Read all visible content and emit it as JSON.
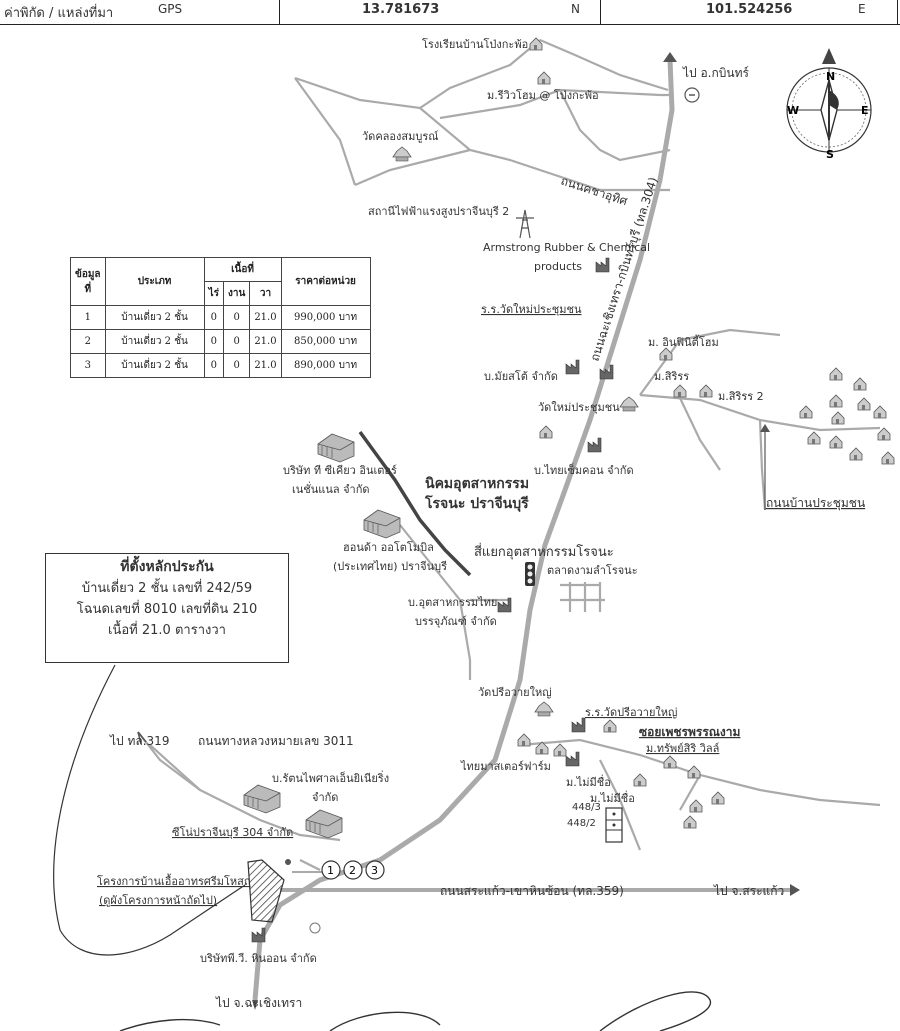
{
  "header": {
    "label": "ค่าพิกัด / แหล่งที่มา",
    "source": "GPS",
    "latitude": "13.781673",
    "lat_dir": "N",
    "longitude": "101.524256",
    "lon_dir": "E"
  },
  "compass": {
    "n": "N",
    "s": "S",
    "e": "E",
    "w": "W"
  },
  "roads": {
    "to_kabinburi": "ไป อ.กบินทร์",
    "hwy304": "ถนนฉะเชิงเทรา-กบินทร์บุรี (ทล.304)",
    "chahuthit": "ถนนคชาอุทิศ",
    "ban_prachumchon": "ถนนบ้านประชุมชน",
    "hwy3011": "ถนนทางหลวงหมายเลข 3011",
    "to_319": "ไป ทล.319",
    "sakaeo_road": "ถนนสระแก้ว-เขาหินซ้อน (ทล.359)",
    "to_sakaeo": "ไป จ.สระแก้ว",
    "to_chachoengsao": "ไป จ.ฉะเชิงเทรา",
    "phetpanngam": "ซอยเพชรพรรณงาม"
  },
  "places": {
    "school": "โรงเรียนบ้านโป่งกะพ้อ",
    "review_home": "ม.รีวิวโฮม @ โป่งกะพ้อ",
    "wat_khlong": "วัดคลองสมบูรณ์",
    "power_station": "สถานีไฟฟ้าแรงสูงปราจีนบุรี 2",
    "armstrong1": "Armstrong Rubber & Chemical",
    "armstrong2": "products",
    "rr_watmai": "ร.ร.วัดใหม่ประชุมชน",
    "infinity_home": "ม. อินฟินิตี้โฮม",
    "mayato": "บ.มัยสโต้ จำกัด",
    "sirin": "ม.สิริรร",
    "sirin2": "ม.สิริรร 2",
    "wat_mai": "วัดใหม่ประชุมชน",
    "thai_cement": "บ.ไทยเซ็มคอน จำกัด",
    "tsk1": "บริษัท ที ซีเคียว อินเตอร์",
    "tsk2": "เนชั่นแนล จำกัด",
    "estate1": "นิคมอุตสาหกรรม",
    "estate2": "โรจนะ ปราจีนบุรี",
    "junction": "สี่แยกอุตสาหกรรมโรจนะ",
    "market": "ตลาดงามลำโรจนะ",
    "honda1": "ฮอนด้า ออโตโมบิล",
    "honda2": "(ประเทศไทย) ปราจีนบุรี",
    "packaging1": "บ.อุตสาหกรรมไทย",
    "packaging2": "บรรจุภัณฑ์ จำกัด",
    "wat_preewai": "วัดปรีอวายใหญ่",
    "rr_wat_preewai": "ร.ร.วัดปรีอวายใหญ่",
    "thai_master": "ไทยมาสเตอร์ฟาร์ม",
    "sapsiri": "ม.ทรัพย์สิริ วิลล์",
    "maimeechue1": "ม.ไม่มีชื่อ",
    "maimeechue2": "ม.ไม่มีชื่อ",
    "no4483": "448/3",
    "no4482": "448/2",
    "rattanaphan1": "บ.รัตนไพศาลเอ็นยิเนียริ่ง",
    "rattanaphan2": "จำกัด",
    "cpo": "ซีโน่ปราจีนบุรี 304 จำกัด",
    "project1": "โครงการบ้านเอื้ออาทรศรีมโหสถ",
    "project2": "(ดูผังโครงการหน้าถัดไป)",
    "pv_hinon": "บริษัทพี.วี. หินออน จำกัด"
  },
  "markers": [
    "1",
    "2",
    "3"
  ],
  "table": {
    "headers": {
      "no": "ข้อมูล",
      "no2": "ที่",
      "type": "ประเภท",
      "area": "เนื้อที่",
      "rai": "ไร่",
      "ngan": "งาน",
      "wa": "วา",
      "price": "ราคาต่อหน่วย"
    },
    "rows": [
      {
        "no": "1",
        "type": "บ้านเดี่ยว 2 ชั้น",
        "rai": "0",
        "ngan": "0",
        "wa": "21.0",
        "price": "990,000 บาท"
      },
      {
        "no": "2",
        "type": "บ้านเดี่ยว 2 ชั้น",
        "rai": "0",
        "ngan": "0",
        "wa": "21.0",
        "price": "850,000 บาท"
      },
      {
        "no": "3",
        "type": "บ้านเดี่ยว 2 ชั้น",
        "rai": "0",
        "ngan": "0",
        "wa": "21.0",
        "price": "890,000 บาท"
      }
    ]
  },
  "location": {
    "title": "ที่ตั้งหลักประกัน",
    "line1": "บ้านเดี่ยว 2 ชั้น เลขที่ 242/59",
    "line2": "โฉนดเลขที่ 8010 เลขที่ดิน 210",
    "line3": "เนื้อที่ 21.0 ตารางวา"
  }
}
